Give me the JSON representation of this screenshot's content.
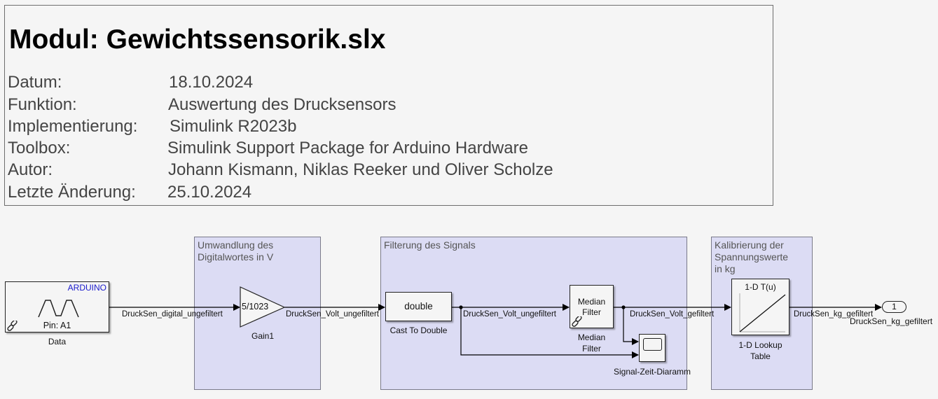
{
  "info": {
    "title": "Modul: Gewichtssensorik.slx",
    "rows": [
      {
        "label": "Datum:",
        "value": "18.10.2024"
      },
      {
        "label": "Funktion:",
        "value": "Auswertung des Drucksensors"
      },
      {
        "label": "Implementierung:",
        "value": "Simulink R2023b"
      },
      {
        "label": "Toolbox:",
        "value": "Simulink Support Package for Arduino Hardware"
      },
      {
        "label": "Autor:",
        "value": "Johann Kismann, Niklas Reeker und Oliver Scholze"
      },
      {
        "label": "Letzte Änderung:",
        "value": "25.10.2024"
      }
    ]
  },
  "areas": {
    "conversion": "Umwandlung des\nDigitalwortes in V",
    "filtering": "Filterung des Signals",
    "calibration": "Kalibrierung der\nSpannungswerte\nin kg"
  },
  "blocks": {
    "arduino": {
      "tag": "ARDUINO",
      "pin": "Pin: A1",
      "name": "Data",
      "tag_color": "#1a1acc"
    },
    "gain": {
      "value": "5/1023",
      "name": "Gain1"
    },
    "cast": {
      "text": "double",
      "name": "Cast To Double"
    },
    "median": {
      "text_line1": "Median",
      "text_line2": "Filter",
      "name_line1": "Median",
      "name_line2": "Filter"
    },
    "scope": {
      "name": "Signal-Zeit-Diaramm"
    },
    "lookup": {
      "text": "1-D T(u)",
      "name_line1": "1-D Lookup",
      "name_line2": "Table"
    },
    "outport": {
      "number": "1",
      "name": "DruckSen_kg_gefiltert"
    }
  },
  "signals": {
    "digital_raw": "DruckSen_digital_ungefiltert",
    "volt_raw_1": "DruckSen_Volt_ungefiltert",
    "volt_raw_2": "DruckSen_Volt_ungefiltert",
    "volt_filtered": "DruckSen_Volt_gefiltert",
    "kg_filtered": "DruckSen_kg_gefiltert"
  }
}
